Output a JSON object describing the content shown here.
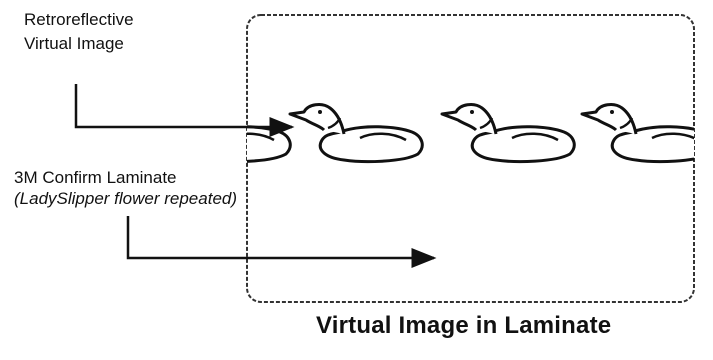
{
  "labels": {
    "retroreflective_line1": "Retroreflective",
    "retroreflective_line2": "Virtual Image",
    "laminate_line1": "3M Confirm Laminate",
    "laminate_line2": "(LadySlipper flower repeated)"
  },
  "caption": "Virtual Image in Laminate",
  "colors": {
    "ink": "#111111",
    "frame": "#333333",
    "background": "#ffffff"
  },
  "icons": [
    "duck-icon"
  ]
}
